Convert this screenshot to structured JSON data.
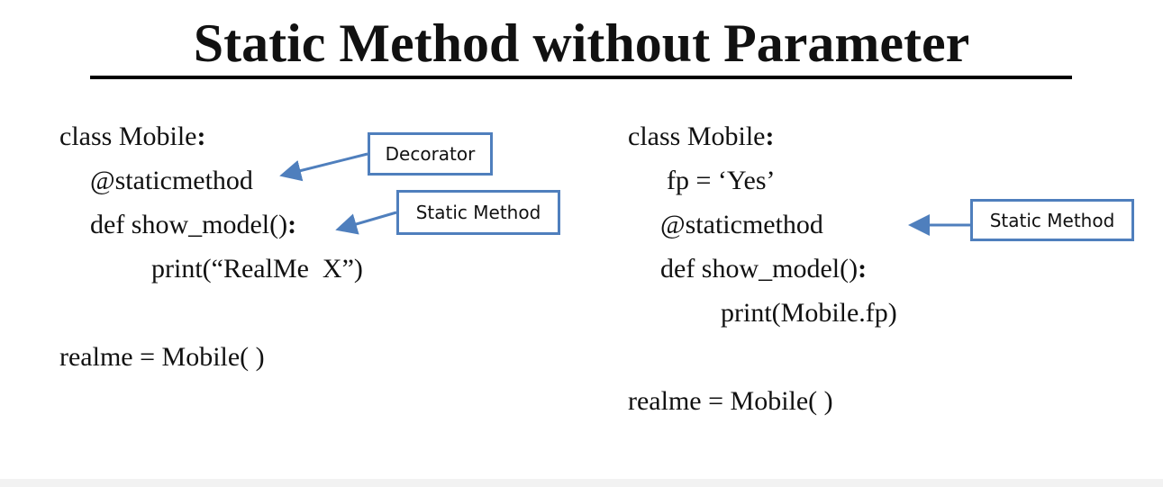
{
  "slide": {
    "title": "Static Method without Parameter"
  },
  "left_code": {
    "line1": "class Mobile",
    "line1_colon": ":",
    "line2": "@staticmethod",
    "line3": "def show_model()",
    "line3_colon": ":",
    "line4": "print(“RealMe  X”)",
    "line5": "realme = Mobile( )"
  },
  "right_code": {
    "line1": "class Mobile",
    "line1_colon": ":",
    "line2": "fp = ‘Yes’",
    "line3": "@staticmethod",
    "line4": "def show_model()",
    "line4_colon": ":",
    "line5": "print(Mobile.fp)",
    "line6": "realme = Mobile( )"
  },
  "callouts": {
    "decorator": "Decorator",
    "static_method_left": "Static Method",
    "static_method_right": "Static Method"
  },
  "colors": {
    "callout_border": "#4f7fbd",
    "arrow": "#4f7fbd",
    "text": "#111111"
  }
}
